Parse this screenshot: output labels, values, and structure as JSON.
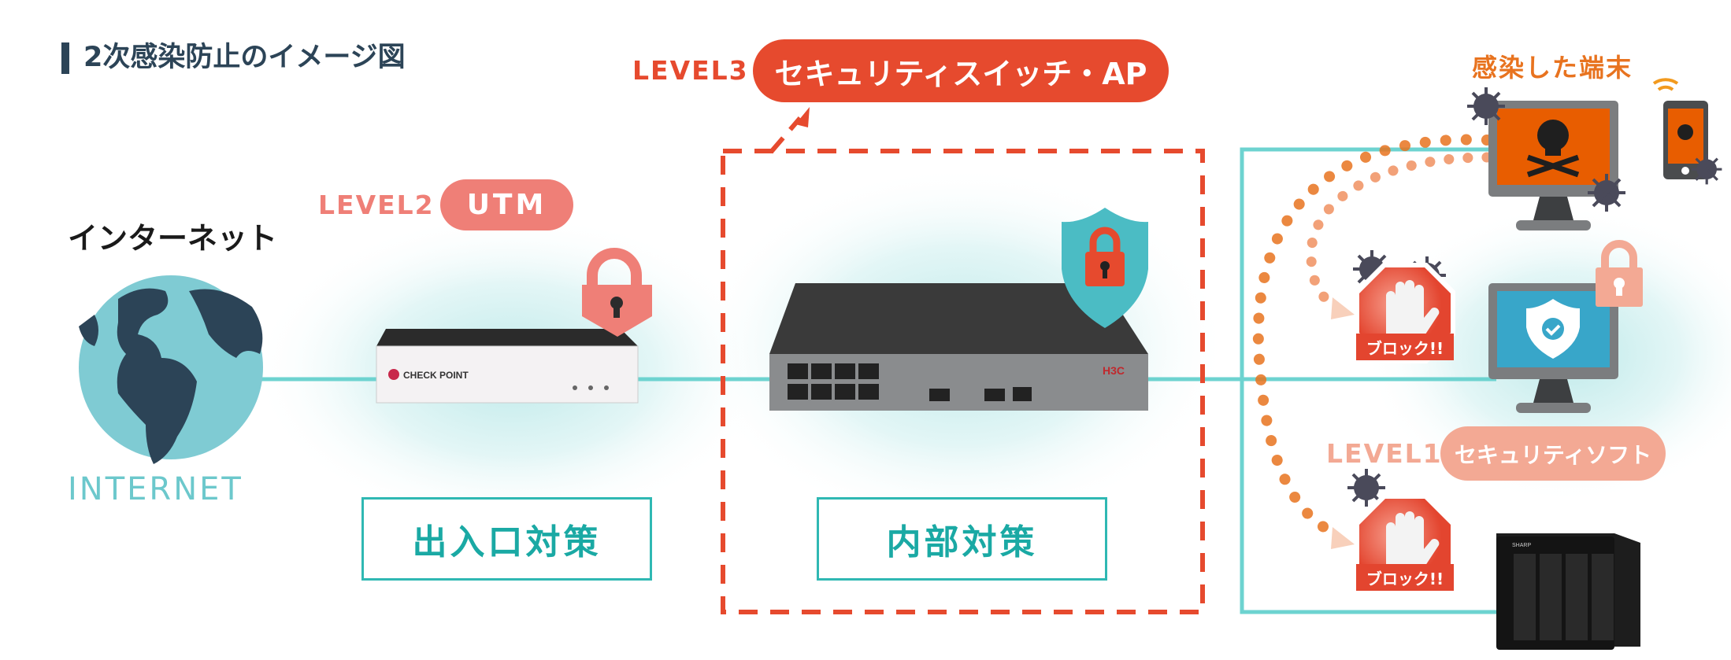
{
  "title": "2次感染防止のイメージ図",
  "internet": {
    "label_jp": "インターネット",
    "label_en": "INTERNET"
  },
  "level3": {
    "level": "LEVEL3",
    "name": "セキュリティスイッチ・AP"
  },
  "level2": {
    "level": "LEVEL2",
    "name": "UTM"
  },
  "level1": {
    "level": "LEVEL1",
    "name": "セキュリティソフト"
  },
  "infected_label": "感染した端末",
  "boxes": {
    "entrance": "出入口対策",
    "internal": "内部対策"
  },
  "block_label": "ブロック!!",
  "devices": {
    "utm_brand": "CHECK POINT",
    "switch_brand": "H3C",
    "nas_brand": "SHARP"
  },
  "colors": {
    "navy": "#2c4457",
    "red": "#e64a2e",
    "salmon": "#ef7f77",
    "peach": "#f3a994",
    "cyan": "#6dd3d0",
    "orange": "#e8731f"
  }
}
